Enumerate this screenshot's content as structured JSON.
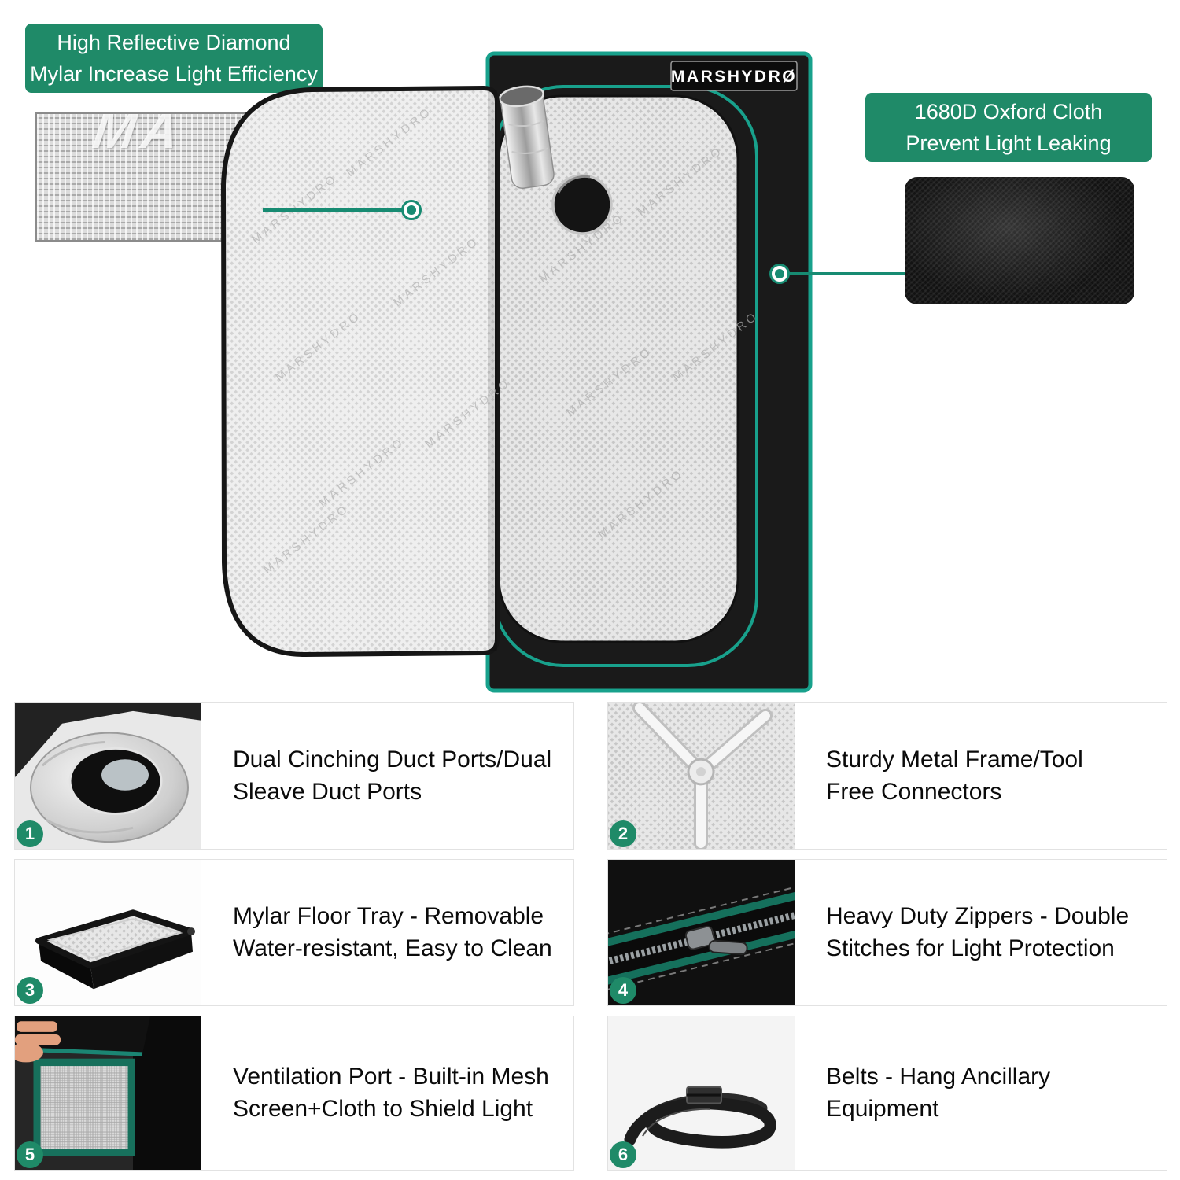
{
  "colors": {
    "accent_green": "#1F8A68",
    "trim_teal": "#18A18C",
    "line_teal": "#178B72",
    "tent_black": "#1A1A1A"
  },
  "brand": {
    "logo": "MARSHYDRØ",
    "watermark": "MARSHYDRO",
    "swatch_letters": "MA"
  },
  "callouts": {
    "left": {
      "label": "High Reflective Diamond\nMylar Increase Light Efficiency",
      "swatch": "diamond-mylar-texture"
    },
    "right": {
      "label": "1680D Oxford Cloth\nPrevent Light Leaking",
      "swatch": "oxford-cloth-texture"
    }
  },
  "features": [
    {
      "num": "1",
      "text": "Dual Cinching Duct Ports/Dual\nSleave Duct Ports",
      "photo": "duct-port"
    },
    {
      "num": "2",
      "text": "Sturdy Metal Frame/Tool\nFree Connectors",
      "photo": "metal-frame"
    },
    {
      "num": "3",
      "text": "Mylar Floor Tray - Removable\nWater-resistant, Easy to Clean",
      "photo": "floor-tray"
    },
    {
      "num": "4",
      "text": "Heavy Duty Zippers - Double\nStitches for Light Protection",
      "photo": "zipper"
    },
    {
      "num": "5",
      "text": "Ventilation Port - Built-in Mesh\nScreen+Cloth to Shield Light",
      "photo": "ventilation-port"
    },
    {
      "num": "6",
      "text": "Belts - Hang Ancillary\nEquipment",
      "photo": "belts"
    }
  ]
}
